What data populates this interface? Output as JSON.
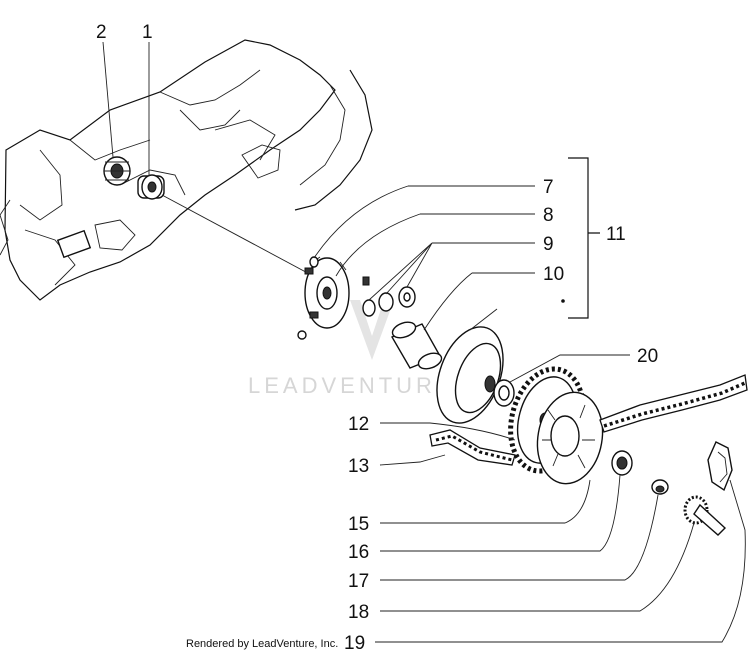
{
  "watermark": {
    "text": "LEADVENTURE",
    "logo": "leadventure-v-logo"
  },
  "credit": "Rendered by LeadVenture, Inc.",
  "callouts": {
    "c1": "1",
    "c2": "2",
    "c7": "7",
    "c8": "8",
    "c9": "9",
    "c10": "10",
    "c11": "11",
    "c12": "12",
    "c13": "13",
    "c15": "15",
    "c16": "16",
    "c17": "17",
    "c18": "18",
    "c19": "19",
    "c20": "20"
  }
}
